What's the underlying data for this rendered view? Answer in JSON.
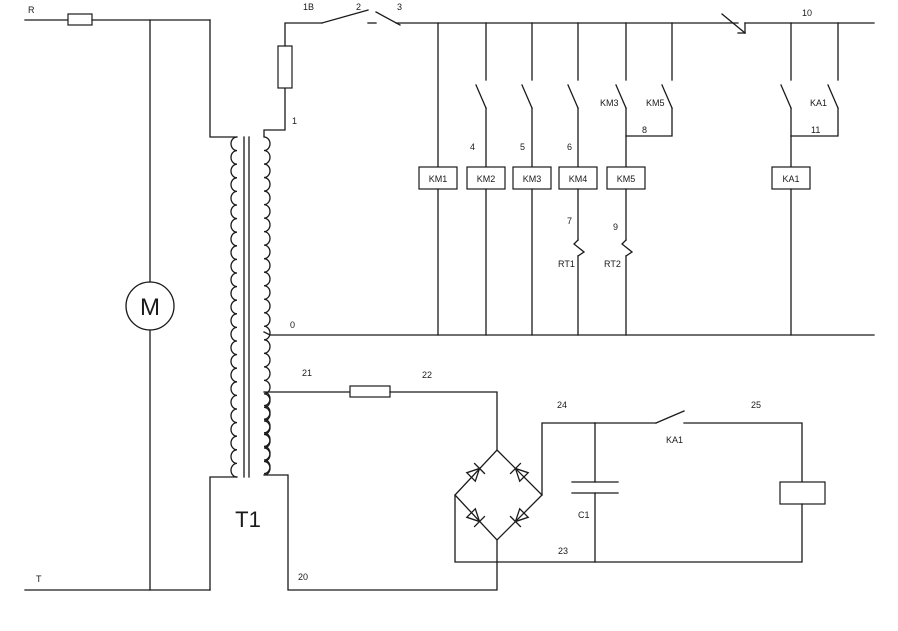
{
  "labels": {
    "r": "R",
    "t": "T",
    "n1b": "1B",
    "n2": "2",
    "n3": "3",
    "n10": "10",
    "n1": "1",
    "n0": "0",
    "n4": "4",
    "n5": "5",
    "n6": "6",
    "n7": "7",
    "n8": "8",
    "n9": "9",
    "n11": "11",
    "n21": "21",
    "n22": "22",
    "n24": "24",
    "n25": "25",
    "n23": "23",
    "n20": "20",
    "km3_contact": "KM3",
    "km5_contact": "KM5",
    "ka1_contact_top": "KA1",
    "ka1_contact_bottom": "KA1",
    "rt1": "RT1",
    "rt2": "RT2",
    "c1": "C1",
    "t1": "T1",
    "motor": "M"
  },
  "coils": {
    "km1": "KM1",
    "km2": "KM2",
    "km3": "KM3",
    "km4": "KM4",
    "km5": "KM5",
    "ka1": "KA1"
  }
}
